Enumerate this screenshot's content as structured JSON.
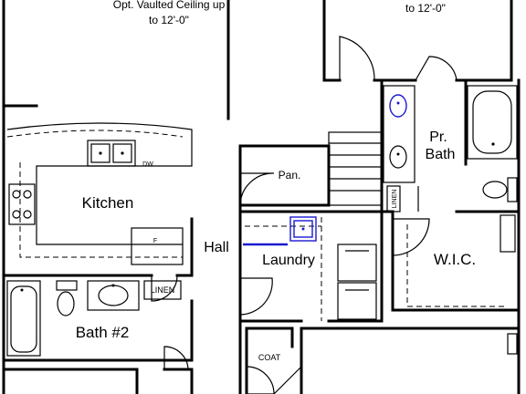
{
  "rooms": {
    "kitchen": "Kitchen",
    "hall": "Hall",
    "laundry": "Laundry",
    "bath2": "Bath #2",
    "pr_bath_line1": "Pr.",
    "pr_bath_line2": "Bath",
    "wic": "W.I.C.",
    "pantry": "Pan.",
    "linen_left": "LINEN",
    "linen_right": "LINEN",
    "coat": "COAT"
  },
  "ceiling_notes": {
    "left_line1": "Opt. Vaulted Ceiling up",
    "left_line2": "to 12'-0\"",
    "right_line2": "to 12'-0\""
  },
  "fixtures": {
    "dishwasher": "DW",
    "fridge": "F"
  },
  "colors": {
    "walls": "#000000",
    "plumbing_highlight": "#1a1ad0",
    "background": "#ffffff"
  }
}
